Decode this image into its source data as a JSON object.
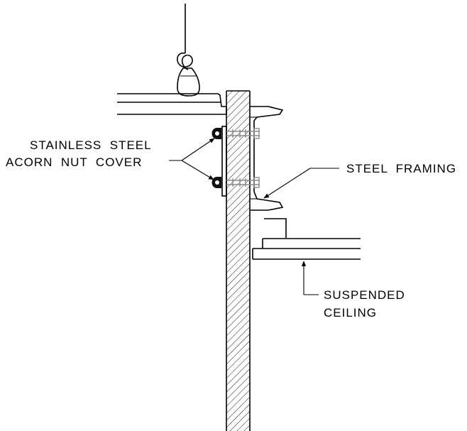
{
  "labels": {
    "acorn_line1": "STAINLESS  STEEL",
    "acorn_line2": "ACORN  NUT  COVER",
    "framing": "STEEL  FRAMING",
    "ceiling_line1": "SUSPENDED",
    "ceiling_line2": "CEILING"
  },
  "colors": {
    "ink": "#000000",
    "bolt": "#8a8a8a",
    "background": "#ffffff"
  }
}
